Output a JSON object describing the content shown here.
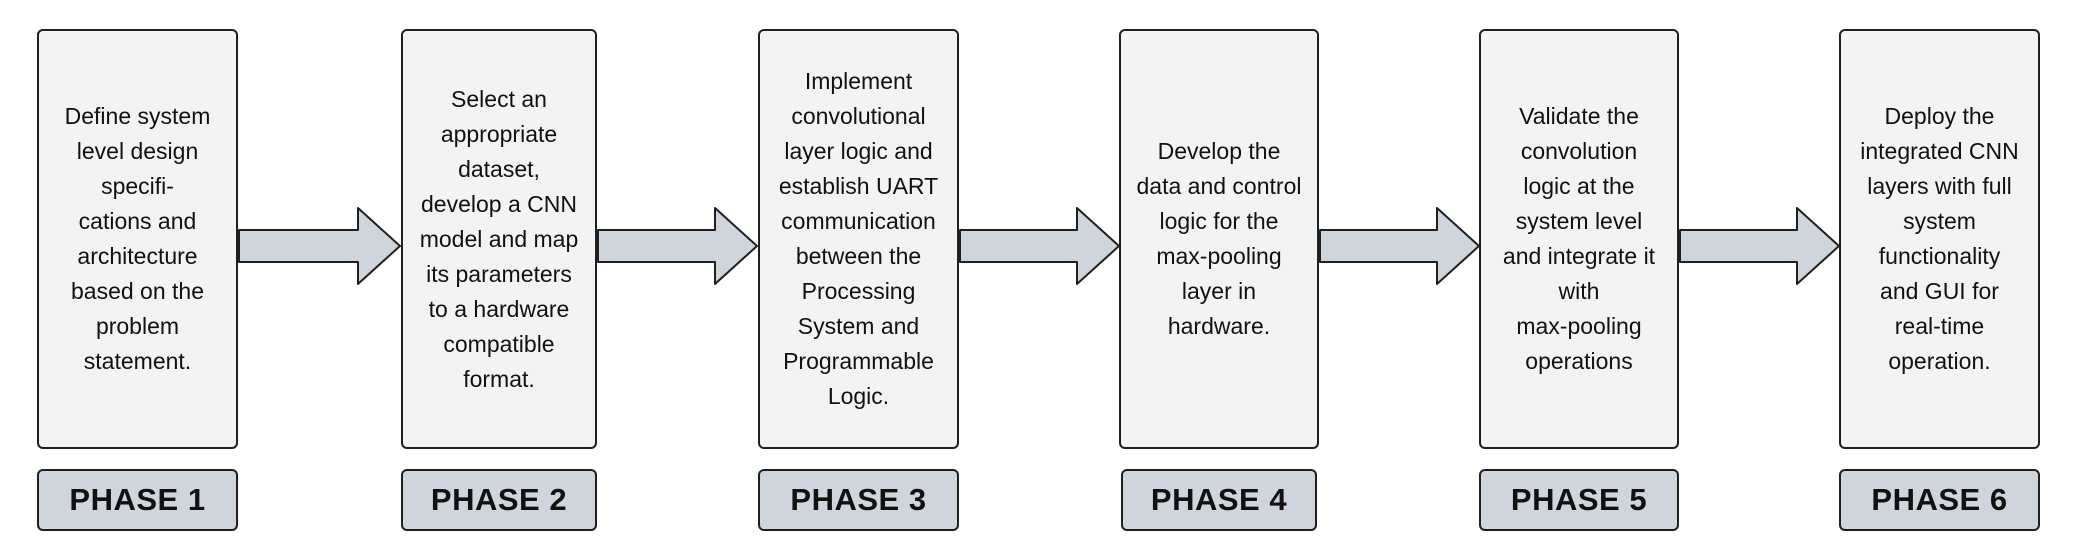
{
  "phases": [
    {
      "label": "PHASE 1",
      "text": "Define system\nlevel design\nspecifi-\ncations and\narchitecture\nbased on the\nproblem\nstatement."
    },
    {
      "label": "PHASE 2",
      "text": "Select an\nappropriate\ndataset,\ndevelop a CNN\nmodel and map\nits parameters\nto a hardware\ncompatible\nformat."
    },
    {
      "label": "PHASE 3",
      "text": "Implement\nconvolutional\nlayer logic and\nestablish UART\ncommunication\nbetween the\nProcessing\nSystem and\nProgrammable\nLogic."
    },
    {
      "label": "PHASE 4",
      "text": "Develop the\ndata and control\nlogic for the\nmax-pooling\nlayer in\nhardware."
    },
    {
      "label": "PHASE 5",
      "text": "Validate the\nconvolution\nlogic at the\nsystem level\nand integrate it\nwith\nmax-pooling\noperations"
    },
    {
      "label": "PHASE 6",
      "text": "Deploy the\nintegrated CNN\nlayers with full\nsystem\nfunctionality\nand GUI for\nreal-time\noperation."
    }
  ],
  "colors": {
    "box_fill": "#f2f3f5",
    "label_fill": "#cfd5dc",
    "arrow_fill": "#cfd5dc",
    "stroke": "#1f1f1f"
  }
}
